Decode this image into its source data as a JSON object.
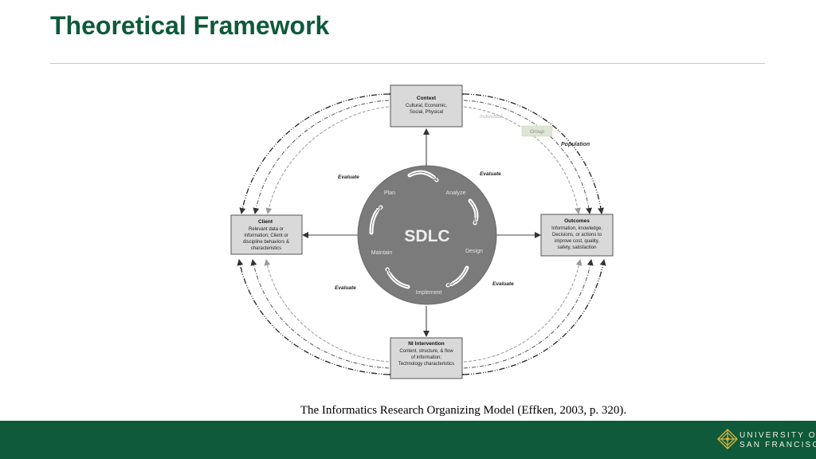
{
  "title": "Theoretical Framework",
  "diagram": {
    "context": {
      "title": "Context",
      "lines": [
        "Cultural, Economic,",
        "Social, Physical"
      ]
    },
    "client": {
      "title": "Client",
      "lines": [
        "Relevant data or",
        "information; Client or",
        "discipline behaviors &",
        "characteristics"
      ]
    },
    "outcomes": {
      "title": "Outcomes",
      "lines": [
        "Information, knowledge,",
        "Decisions, or actions to",
        "improve cost, quality,",
        "safety, satisfaction"
      ]
    },
    "intervention": {
      "title": "NI Intervention",
      "lines": [
        "Content, structure, & flow",
        "of information;",
        "Technology characteristics"
      ]
    },
    "center": {
      "label": "SDLC",
      "phases": {
        "plan": "Plan",
        "analyze": "Analyze",
        "design": "Design",
        "implement": "Implement",
        "maintain": "Maintain"
      }
    },
    "levels": {
      "individual": "Individual",
      "group": "Group",
      "population": "Population"
    },
    "evaluate_label": "Evaluate"
  },
  "caption": "The Informatics Research Organizing Model  (Effken, 2003, p. 320).",
  "footer": {
    "logo_line1": "UNIVERSITY OF",
    "logo_line2": "SAN FRANCISCO"
  },
  "colors": {
    "brand_green": "#0e5a3a",
    "circle_gray": "#7b7b7b",
    "box_fill": "#d9d9d9",
    "logo_text": "#f2ede0"
  }
}
